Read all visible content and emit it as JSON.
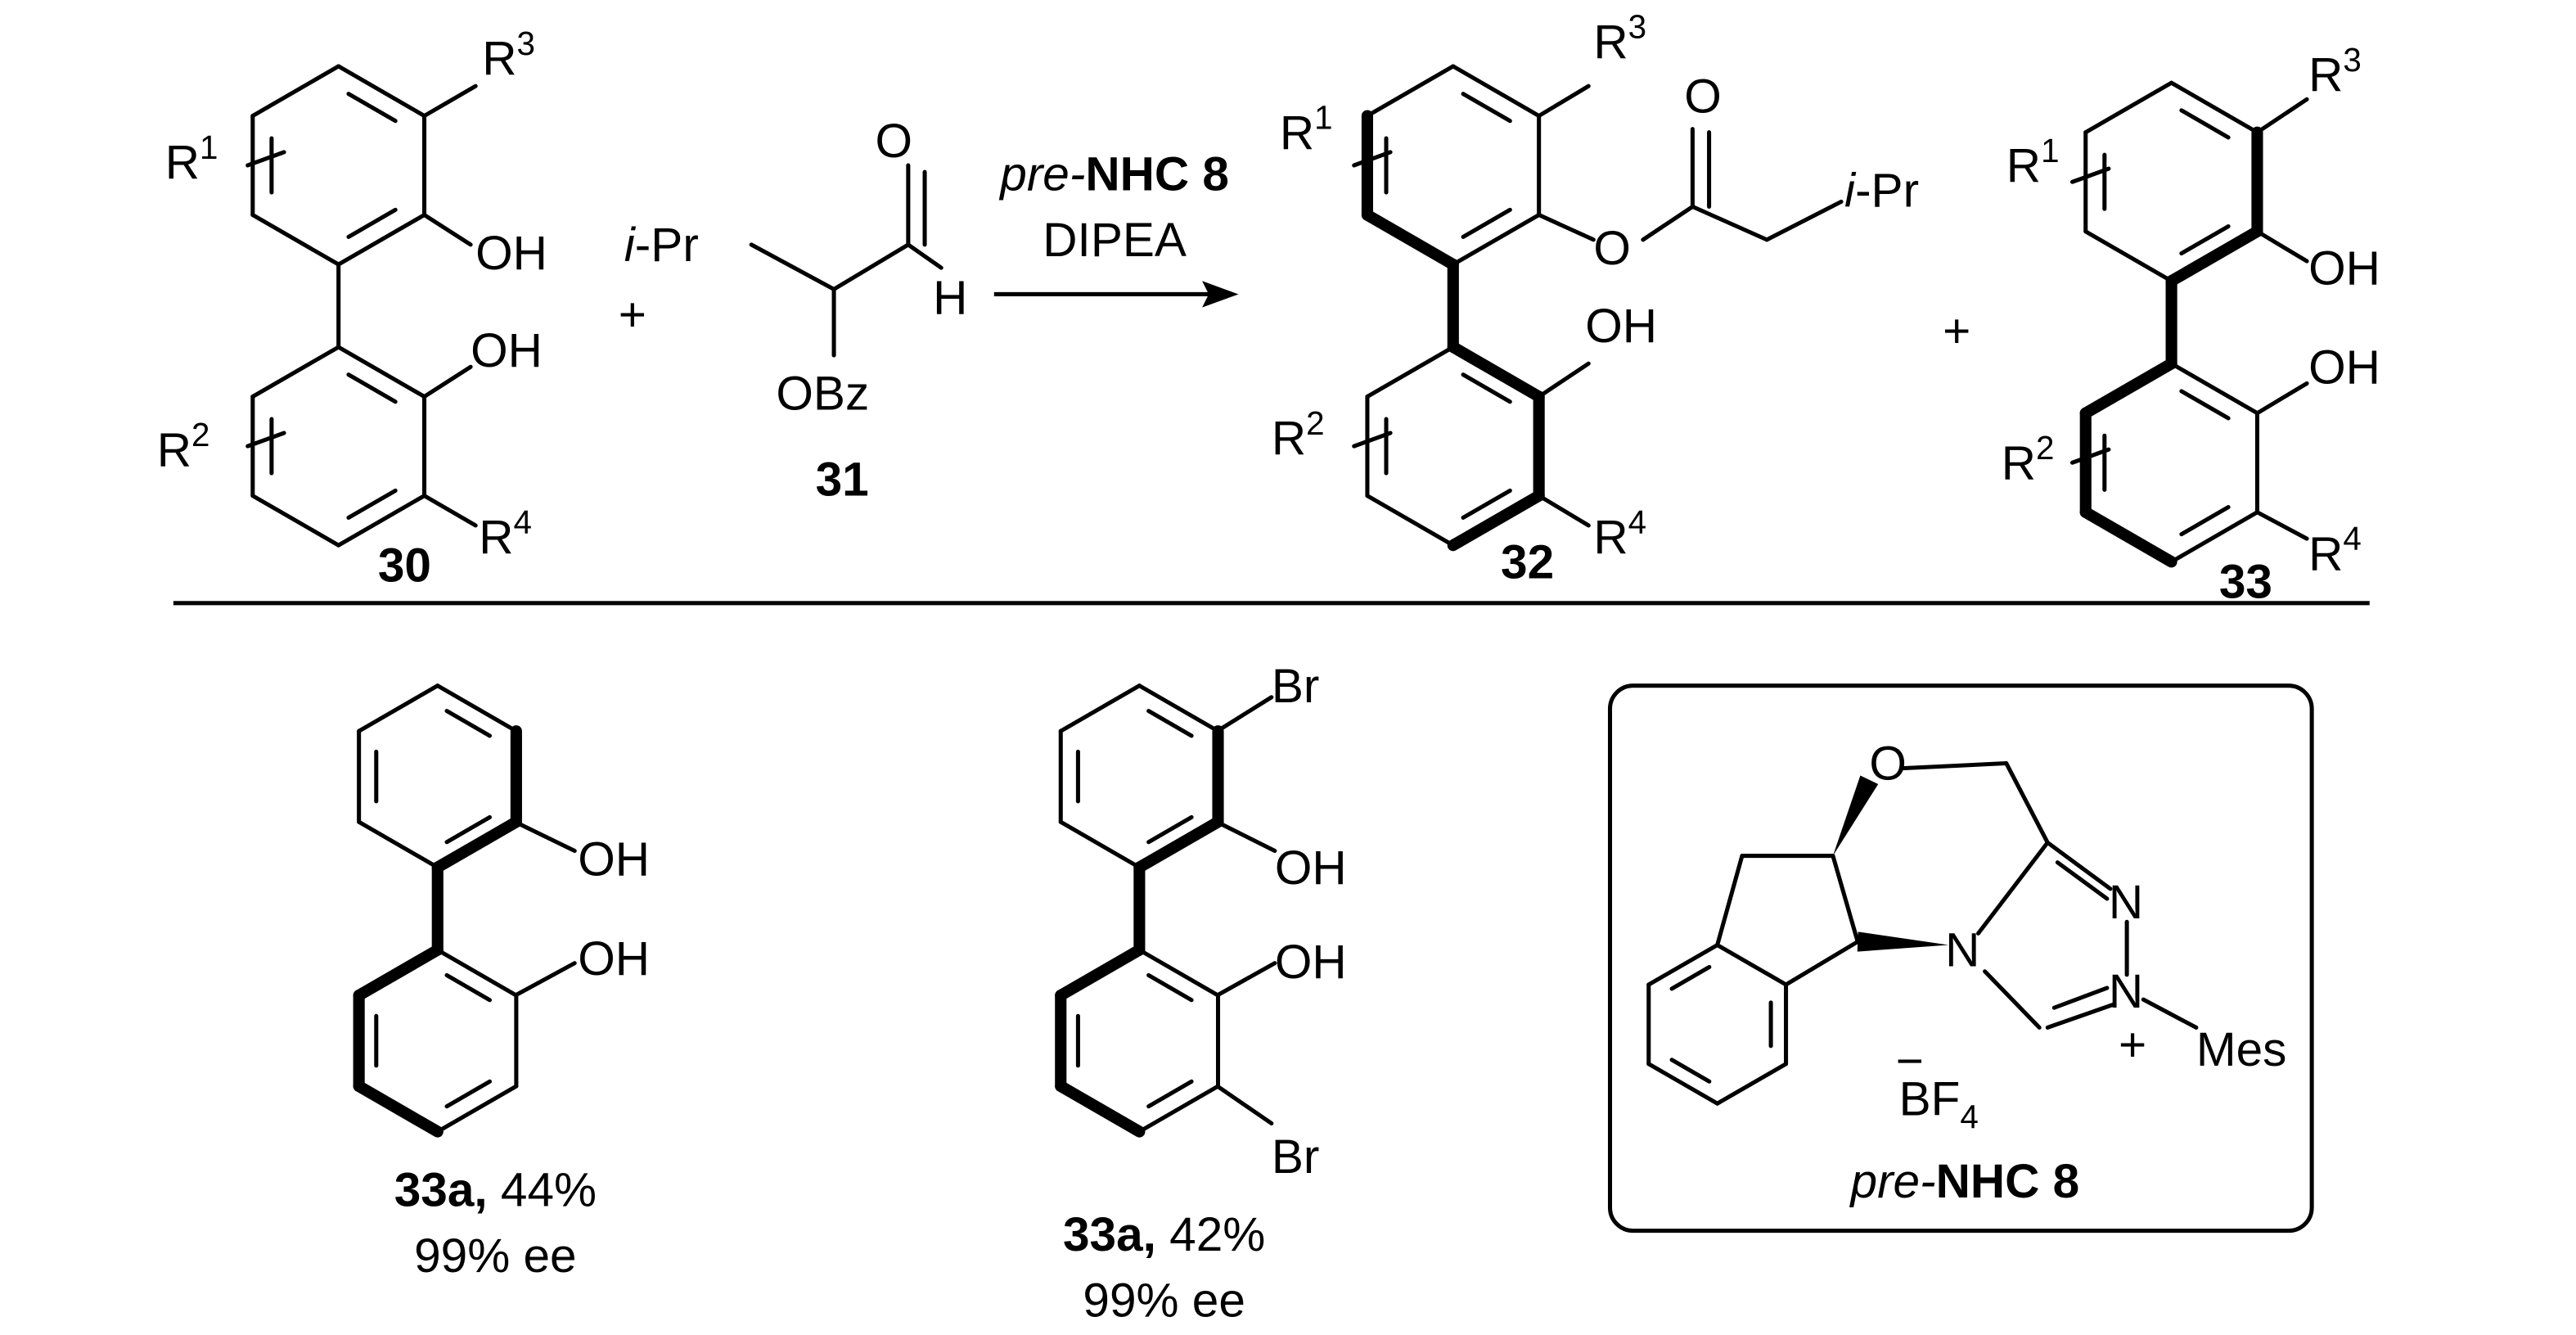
{
  "scheme": {
    "colors": {
      "ink": "#000000",
      "background": "#ffffff"
    },
    "texts": {
      "c30_r1": [
        {
          "t": "R"
        },
        {
          "t": "1",
          "sup": 1
        }
      ],
      "c30_r3": [
        {
          "t": "R"
        },
        {
          "t": "3",
          "sup": 1
        }
      ],
      "c30_oh1": [
        {
          "t": "OH"
        }
      ],
      "c30_oh2": [
        {
          "t": "OH"
        }
      ],
      "c30_r2": [
        {
          "t": "R"
        },
        {
          "t": "2",
          "sup": 1
        }
      ],
      "c30_r4": [
        {
          "t": "R"
        },
        {
          "t": "4",
          "sup": 1
        }
      ],
      "c30_label": [
        {
          "t": "30",
          "b": 1
        }
      ],
      "plus1": [
        {
          "t": "+"
        }
      ],
      "c31_ipr": [
        {
          "t": "i",
          "i": 1
        },
        {
          "t": "-Pr"
        }
      ],
      "c31_o": [
        {
          "t": "O"
        }
      ],
      "c31_h": [
        {
          "t": "H"
        }
      ],
      "c31_obz": [
        {
          "t": "OBz"
        }
      ],
      "c31_label": [
        {
          "t": "31",
          "b": 1
        }
      ],
      "reagent1": [
        {
          "t": "pre-",
          "i": 1
        },
        {
          "t": "NHC 8",
          "b": 1
        }
      ],
      "reagent2": [
        {
          "t": "DIPEA"
        }
      ],
      "c32_r1": [
        {
          "t": "R"
        },
        {
          "t": "1",
          "sup": 1
        }
      ],
      "c32_r3": [
        {
          "t": "R"
        },
        {
          "t": "3",
          "sup": 1
        }
      ],
      "c32_oester": [
        {
          "t": "O"
        }
      ],
      "c32_ocarbonyl": [
        {
          "t": "O"
        }
      ],
      "c32_ipr": [
        {
          "t": "i",
          "i": 1
        },
        {
          "t": "-Pr"
        }
      ],
      "c32_oh": [
        {
          "t": "OH"
        }
      ],
      "c32_r2": [
        {
          "t": "R"
        },
        {
          "t": "2",
          "sup": 1
        }
      ],
      "c32_r4": [
        {
          "t": "R"
        },
        {
          "t": "4",
          "sup": 1
        }
      ],
      "c32_label": [
        {
          "t": "32",
          "b": 1
        }
      ],
      "plus2": [
        {
          "t": "+"
        }
      ],
      "c33_r1": [
        {
          "t": "R"
        },
        {
          "t": "1",
          "sup": 1
        }
      ],
      "c33_r3": [
        {
          "t": "R"
        },
        {
          "t": "3",
          "sup": 1
        }
      ],
      "c33_oh1": [
        {
          "t": "OH"
        }
      ],
      "c33_oh2": [
        {
          "t": "OH"
        }
      ],
      "c33_r2": [
        {
          "t": "R"
        },
        {
          "t": "2",
          "sup": 1
        }
      ],
      "c33_r4": [
        {
          "t": "R"
        },
        {
          "t": "4",
          "sup": 1
        }
      ],
      "c33_label": [
        {
          "t": "33",
          "b": 1
        }
      ],
      "ex1_oh1": [
        {
          "t": "OH"
        }
      ],
      "ex1_oh2": [
        {
          "t": "OH"
        }
      ],
      "ex1_label": [
        {
          "t": "33a,",
          "b": 1
        },
        {
          "t": " 44%"
        }
      ],
      "ex1_ee": [
        {
          "t": "99% ee"
        }
      ],
      "ex2_br1": [
        {
          "t": "Br"
        }
      ],
      "ex2_oh1": [
        {
          "t": "OH"
        }
      ],
      "ex2_oh2": [
        {
          "t": "OH"
        }
      ],
      "ex2_br2": [
        {
          "t": "Br"
        }
      ],
      "ex2_label": [
        {
          "t": "33a,",
          "b": 1
        },
        {
          "t": " 42%"
        }
      ],
      "ex2_ee": [
        {
          "t": "99% ee"
        }
      ],
      "nhc_o": [
        {
          "t": "O"
        }
      ],
      "nhc_n1": [
        {
          "t": "N"
        }
      ],
      "nhc_n2": [
        {
          "t": "N"
        }
      ],
      "nhc_n3": [
        {
          "t": "N"
        }
      ],
      "nhc_plus": [
        {
          "t": "+"
        }
      ],
      "nhc_minus": [
        {
          "t": "−"
        }
      ],
      "nhc_mes": [
        {
          "t": "Mes"
        }
      ],
      "nhc_bf4": [
        {
          "t": "BF"
        },
        {
          "t": "4",
          "sub": 1
        }
      ],
      "nhc_label": [
        {
          "t": "pre-",
          "i": 1
        },
        {
          "t": "NHC 8",
          "b": 1
        }
      ]
    }
  }
}
